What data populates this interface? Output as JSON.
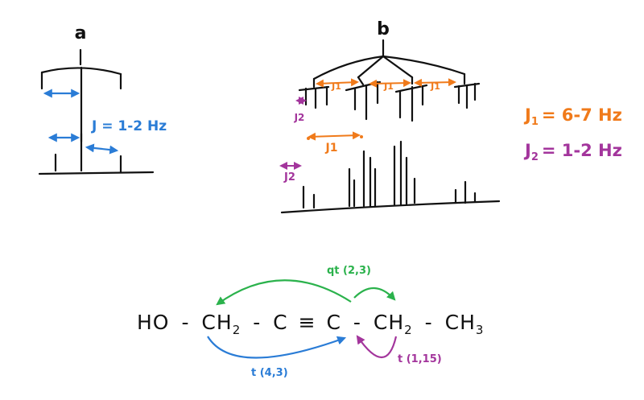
{
  "panels": {
    "a": {
      "label": "a",
      "coupling_text": "J = 1-2 Hz"
    },
    "b": {
      "label": "b",
      "j1_label": "J1",
      "j2_label": "J2"
    }
  },
  "legend": {
    "j1": {
      "symbol": "J",
      "subscript": "1",
      "value": "= 6-7 Hz"
    },
    "j2": {
      "symbol": "J",
      "subscript": "2",
      "value": "= 1-2 Hz"
    }
  },
  "molecule": {
    "parts": [
      "HO",
      "-",
      "CH",
      "2",
      "-",
      "C",
      "≡",
      "C",
      "-",
      "CH",
      "2",
      "-",
      "CH",
      "3"
    ],
    "couplings": [
      {
        "label": "qt (2,3)",
        "color": "#2bb24c"
      },
      {
        "label": "t (4,3)",
        "color": "#2a7cd6"
      },
      {
        "label": "t (1,15)",
        "color": "#a3359c"
      }
    ]
  },
  "colors": {
    "ink": "#111111",
    "blue": "#2a7cd6",
    "orange": "#f07a1a",
    "purple": "#a3359c",
    "green": "#2bb24c"
  }
}
